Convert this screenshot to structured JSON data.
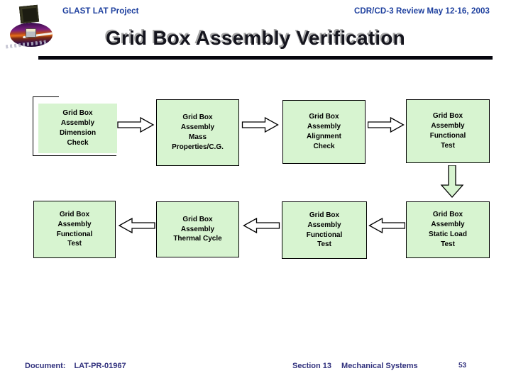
{
  "header": {
    "project": "GLAST LAT Project",
    "review": "CDR/CD-3 Review May 12-16, 2003"
  },
  "title": "Grid Box Assembly Verification",
  "flowchart": {
    "boxes": [
      {
        "id": "dimension-check",
        "label": "Grid Box\nAssembly\nDimension\nCheck"
      },
      {
        "id": "mass-properties",
        "label": "Grid Box\nAssembly\nMass\nProperties/C.G."
      },
      {
        "id": "alignment-check",
        "label": "Grid Box\nAssembly\nAlignment\nCheck"
      },
      {
        "id": "functional-test-1",
        "label": "Grid Box\nAssembly\nFunctional\nTest"
      },
      {
        "id": "functional-test-3",
        "label": "Grid Box\nAssembly\nFunctional\nTest"
      },
      {
        "id": "thermal-cycle",
        "label": "Grid Box\nAssembly\nThermal Cycle"
      },
      {
        "id": "functional-test-2",
        "label": "Grid Box\nAssembly\nFunctional\nTest"
      },
      {
        "id": "static-load-test",
        "label": "Grid Box\nAssembly\nStatic Load\nTest"
      }
    ],
    "arrows": [
      {
        "name": "arrow-1",
        "direction": "right",
        "fill": "#ffffff"
      },
      {
        "name": "arrow-2",
        "direction": "right",
        "fill": "#ffffff"
      },
      {
        "name": "arrow-3",
        "direction": "right",
        "fill": "#ffffff"
      },
      {
        "name": "arrow-4",
        "direction": "down",
        "fill": "#d7f4d0"
      },
      {
        "name": "arrow-5",
        "direction": "left",
        "fill": "#ffffff"
      },
      {
        "name": "arrow-6",
        "direction": "left",
        "fill": "#ffffff"
      },
      {
        "name": "arrow-7",
        "direction": "left",
        "fill": "#ffffff"
      }
    ]
  },
  "footer": {
    "document_label": "Document:",
    "document_number": "LAT-PR-01967",
    "section": "Section 13",
    "section_title": "Mechanical Systems",
    "page_number": "53"
  },
  "colors": {
    "box_fill": "#d7f4d0",
    "box_border": "#000000",
    "header_text": "#1d3f9e",
    "footer_text": "#32327e",
    "title_text": "#15151e",
    "title_shadow": "#a8a8a8",
    "rule": "#06060e"
  }
}
